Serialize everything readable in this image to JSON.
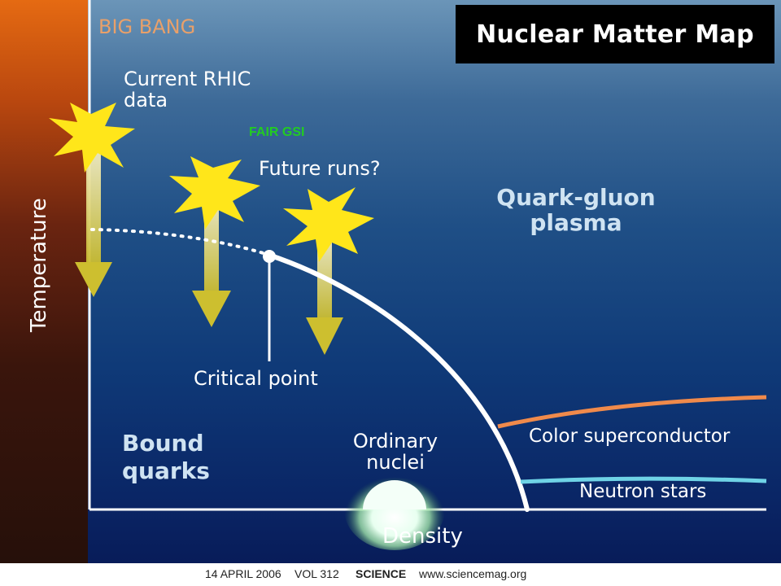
{
  "header": {
    "title": "Nuclear Matter Map"
  },
  "labels": {
    "big_bang": "BIG BANG",
    "current_rhic": [
      "Current RHIC",
      "data"
    ],
    "fair_gsi": "FAIR GSI",
    "future_runs": "Future runs?",
    "qgp": [
      "Quark-gluon",
      "plasma"
    ],
    "critical_point": "Critical point",
    "bound_quarks": [
      "Bound",
      "quarks"
    ],
    "ordinary_nuclei": [
      "Ordinary",
      "nuclei"
    ],
    "color_superconductor": "Color superconductor",
    "neutron_stars": "Neutron stars",
    "temperature_axis": "Temperature",
    "density_axis": "Density"
  },
  "footer": {
    "date": "14 APRIL 2006",
    "volume": "VOL 312",
    "journal": "SCIENCE",
    "url": "www.sciencemag.org"
  },
  "colors": {
    "star": "#ffe61a",
    "arrow": "#d8cf4a",
    "phase_boundary": "#ffffff",
    "color_superconductor_line": "#f08a4b",
    "neutron_star_line": "#6fd3e6"
  }
}
